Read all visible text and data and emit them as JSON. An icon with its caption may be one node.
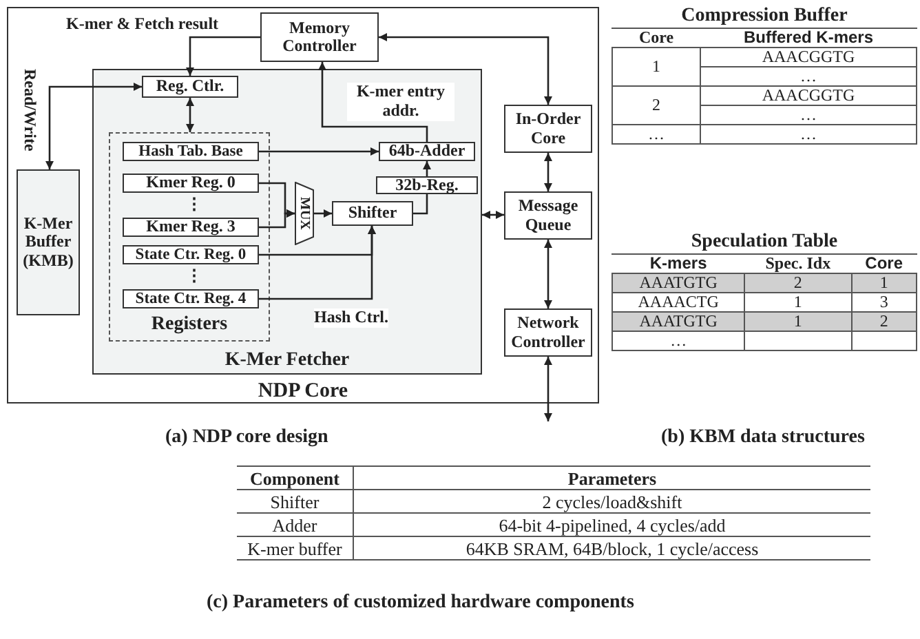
{
  "diagram": {
    "nodes": [
      {
        "text": [
          "NDP Core"
        ]
      },
      {
        "text": [
          "Memory Controller"
        ],
        "in": 0
      },
      {
        "text": [
          "K-Mer Fetcher"
        ],
        "in": 0
      },
      {
        "text": [
          "Reg. Ctlr."
        ],
        "in": 2
      },
      {
        "text": [
          "Registers"
        ],
        "in": 2
      },
      {
        "text": [
          "Hash Tab. Base"
        ],
        "in": 4
      },
      {
        "text": [
          "Kmer Reg. 0"
        ],
        "in": 4
      },
      {
        "text": [
          "Kmer Reg. 3"
        ],
        "in": 4
      },
      {
        "text": [
          "State Ctr. Reg. 0"
        ],
        "in": 4
      },
      {
        "text": [
          "State Ctr. Reg. 4"
        ],
        "in": 4
      },
      {
        "text": [
          "MUX"
        ],
        "in": 2
      },
      {
        "text": [
          "64b-Adder"
        ],
        "in": 2
      },
      {
        "text": [
          "32b-Reg."
        ],
        "in": 2
      },
      {
        "text": [
          "Shifter"
        ],
        "in": 2
      },
      {
        "text": [
          "K-Mer Buffer (KMB)"
        ],
        "in": 0
      },
      {
        "text": [
          "In-Order Core"
        ],
        "in": 0
      },
      {
        "text": [
          "Message Queue"
        ],
        "in": 0
      },
      {
        "text": [
          "Network Controller"
        ],
        "in": 0
      }
    ],
    "edges": [
      {
        "from": 1,
        "to": 3,
        "arrow": "to",
        "label": "K-mer & Fetch result"
      },
      {
        "from": 3,
        "to": 14,
        "arrow": "both",
        "label": "Read/Write"
      },
      {
        "from": 3,
        "to": 4,
        "arrow": "both"
      },
      {
        "from": 5,
        "to": 11,
        "arrow": "to"
      },
      {
        "from": 6,
        "to": 10,
        "arrow": "to"
      },
      {
        "from": 7,
        "to": 10,
        "arrow": "to"
      },
      {
        "from": 10,
        "to": 13,
        "arrow": "to"
      },
      {
        "from": 8,
        "to": 13,
        "arrow": "to"
      },
      {
        "from": 9,
        "to": 13,
        "arrow": "to",
        "label": "Hash Ctrl."
      },
      {
        "from": 13,
        "to": 12,
        "arrow": "none"
      },
      {
        "from": 12,
        "to": 11,
        "arrow": "to"
      },
      {
        "from": 11,
        "to": 1,
        "arrow": "to",
        "label": "K-mer entry addr."
      },
      {
        "from": 1,
        "to": 15,
        "arrow": "both"
      },
      {
        "from": 15,
        "to": 16,
        "arrow": "both"
      },
      {
        "from": 16,
        "to": 2,
        "arrow": "both"
      },
      {
        "from": 16,
        "to": 17,
        "arrow": "both"
      },
      {
        "from": 17,
        "to": null,
        "arrow": "both"
      }
    ],
    "labels": [
      "⋮",
      "⋮",
      "Compression Buffer",
      "Core",
      "Buffered K-mers",
      "1",
      "AAACGGTG",
      "…",
      "2",
      "AAACGGTG",
      "…",
      "…",
      "…",
      "Speculation Table",
      "K-mers",
      "Spec. Idx",
      "Core",
      "AAATGTG",
      "2",
      "1",
      "AAAACTG",
      "1",
      "3",
      "AAATGTG",
      "1",
      "2",
      "…",
      "(a) NDP core design",
      "(b) KBM data structures",
      "Component",
      "Parameters",
      "Shifter",
      "2 cycles/load&shift",
      "Adder",
      "64-bit 4-pipelined, 4 cycles/add",
      "K-mer buffer",
      "64KB SRAM, 64B/block, 1 cycle/access",
      "(c) Parameters of customized hardware components"
    ]
  }
}
